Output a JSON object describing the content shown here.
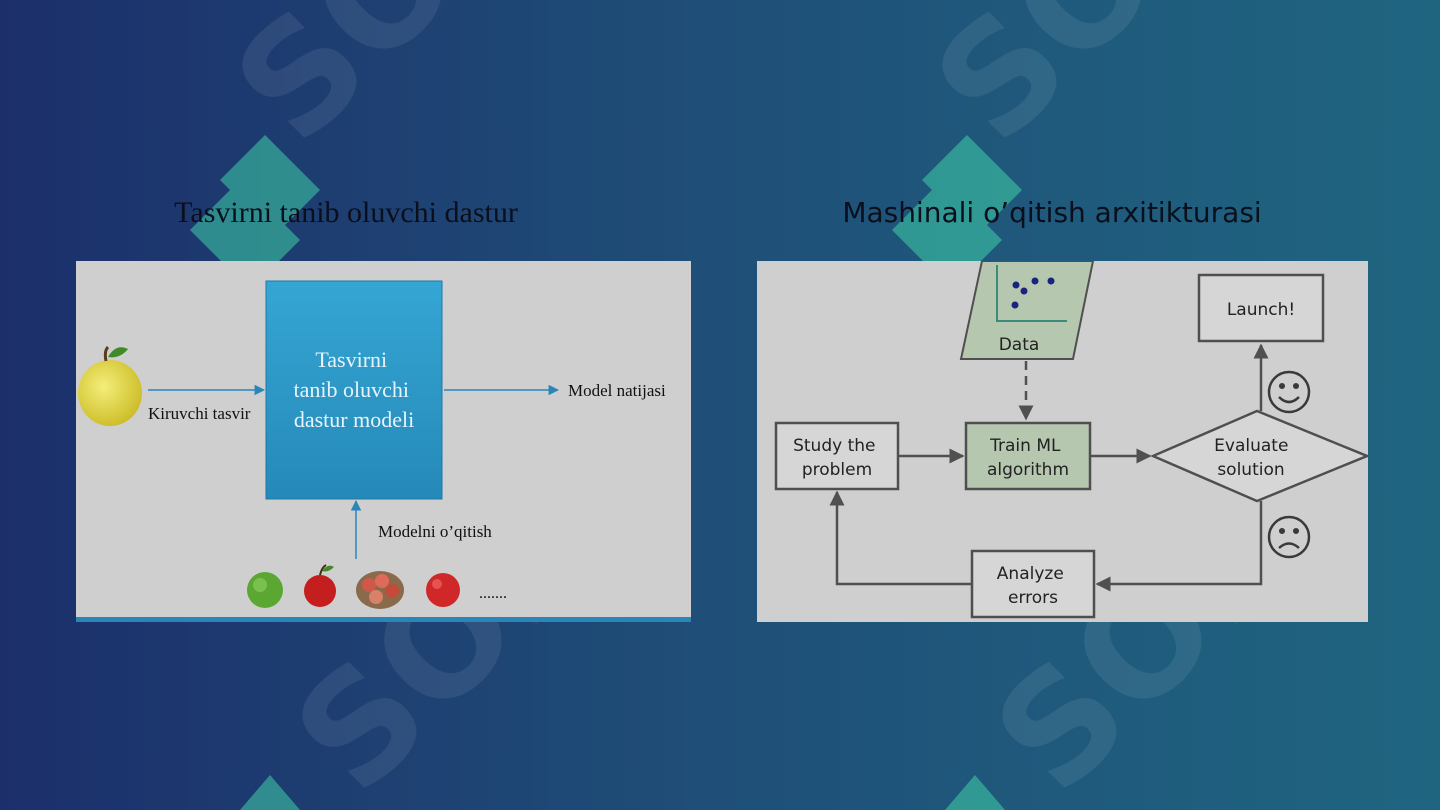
{
  "slide": {
    "left_title": "Tasvirni tanib oluvchi dastur",
    "right_title": "Mashinali o’qitish arxitikturasi"
  },
  "left_diagram": {
    "model_box_lines": [
      "Tasvirni",
      "tanib oluvchi",
      "dastur modeli"
    ],
    "input_label": "Kiruvchi tasvir",
    "output_label": "Model natijasi",
    "training_label": "Modelni o’qitish",
    "ellipsis": "......."
  },
  "right_diagram": {
    "data_label": "Data",
    "launch_label": "Launch!",
    "study_lines": [
      "Study the",
      "problem"
    ],
    "train_lines": [
      "Train ML",
      "algorithm"
    ],
    "evaluate_lines": [
      "Evaluate",
      "solution"
    ],
    "analyze_lines": [
      "Analyze",
      "errors"
    ]
  },
  "colors": {
    "model_box": "#2d9ac8",
    "train_box": "#b6c7b0",
    "data_box": "#b6c7b0",
    "arrow_left": "#2a86b8",
    "arrow_right": "#505050"
  }
}
